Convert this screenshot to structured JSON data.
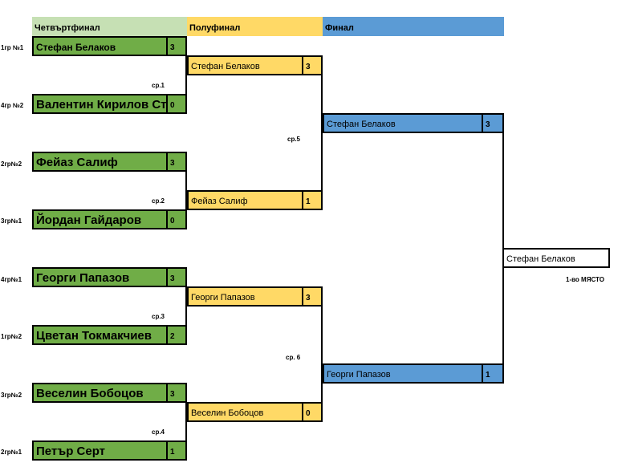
{
  "headers": {
    "quarterfinal": "Четвъртфинал",
    "semifinal": "Полуфинал",
    "final": "Финал"
  },
  "quarterfinals": [
    {
      "seed": "1гр №1",
      "name": "Стефан Белаков",
      "score": "3"
    },
    {
      "seed": "4гр №2",
      "name": "Валентин Кирилов Сто",
      "score": "0"
    },
    {
      "seed": "2гр№2",
      "name": "Фейаз Салиф",
      "score": "3"
    },
    {
      "seed": "3гр№1",
      "name": "Йордан Гайдаров",
      "score": "0"
    },
    {
      "seed": "4гр№1",
      "name": "Георги Папазов",
      "score": "3"
    },
    {
      "seed": "1гр№2",
      "name": "Цветан Токмакчиев",
      "score": "2"
    },
    {
      "seed": "3гр№2",
      "name": "Веселин Бобоцов",
      "score": "3"
    },
    {
      "seed": "2гр№1",
      "name": "Петър Серт",
      "score": "1"
    }
  ],
  "quarterfinal_matches": [
    "ср.1",
    "ср.2",
    "ср.3",
    "ср.4"
  ],
  "semifinals": [
    {
      "name": "Стефан Белаков",
      "score": "3"
    },
    {
      "name": "Фейаз Салиф",
      "score": "1"
    },
    {
      "name": "Георги Папазов",
      "score": "3"
    },
    {
      "name": "Веселин Бобоцов",
      "score": "0"
    }
  ],
  "semifinal_matches": [
    "ср.5",
    "ср. 6"
  ],
  "finals": [
    {
      "name": "Стефан Белаков",
      "score": "3"
    },
    {
      "name": "Георги Папазов",
      "score": "1"
    }
  ],
  "champion": {
    "name": "Стефан Белаков",
    "place_label": "1-во МЯСТО"
  },
  "colors": {
    "quarterfinal_header": "#c6e0b4",
    "quarterfinal_cell": "#70ad47",
    "semifinal": "#ffd966",
    "final": "#5b9bd5"
  }
}
